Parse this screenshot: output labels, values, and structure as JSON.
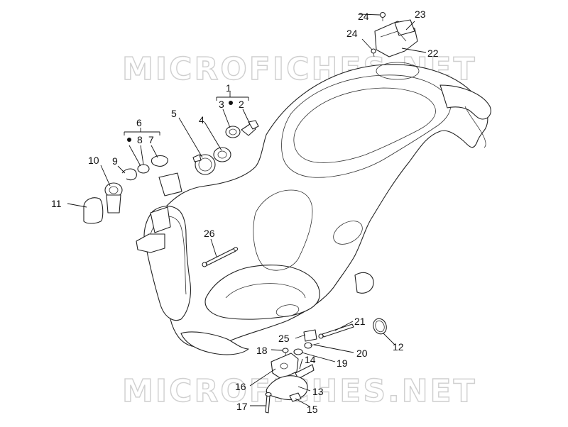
{
  "watermark": {
    "top": "MICROFICHES.NET",
    "bottom": "MICROFICHES.NET"
  },
  "callouts": [
    {
      "id": "c1",
      "label": "1"
    },
    {
      "id": "c2",
      "label": "2"
    },
    {
      "id": "c3",
      "label": "3"
    },
    {
      "id": "c4",
      "label": "4"
    },
    {
      "id": "c5",
      "label": "5"
    },
    {
      "id": "c6",
      "label": "6"
    },
    {
      "id": "c7",
      "label": "7"
    },
    {
      "id": "c8",
      "label": "8"
    },
    {
      "id": "c9",
      "label": "9"
    },
    {
      "id": "c10",
      "label": "10"
    },
    {
      "id": "c11",
      "label": "11"
    },
    {
      "id": "c12",
      "label": "12"
    },
    {
      "id": "c13",
      "label": "13"
    },
    {
      "id": "c14",
      "label": "14"
    },
    {
      "id": "c15",
      "label": "15"
    },
    {
      "id": "c16",
      "label": "16"
    },
    {
      "id": "c17",
      "label": "17"
    },
    {
      "id": "c18",
      "label": "18"
    },
    {
      "id": "c19",
      "label": "19"
    },
    {
      "id": "c20",
      "label": "20"
    },
    {
      "id": "c21",
      "label": "21"
    },
    {
      "id": "c22",
      "label": "22"
    },
    {
      "id": "c23",
      "label": "23"
    },
    {
      "id": "c24a",
      "label": "24"
    },
    {
      "id": "c24b",
      "label": "24"
    },
    {
      "id": "c25",
      "label": "25"
    },
    {
      "id": "c26",
      "label": "26"
    }
  ]
}
